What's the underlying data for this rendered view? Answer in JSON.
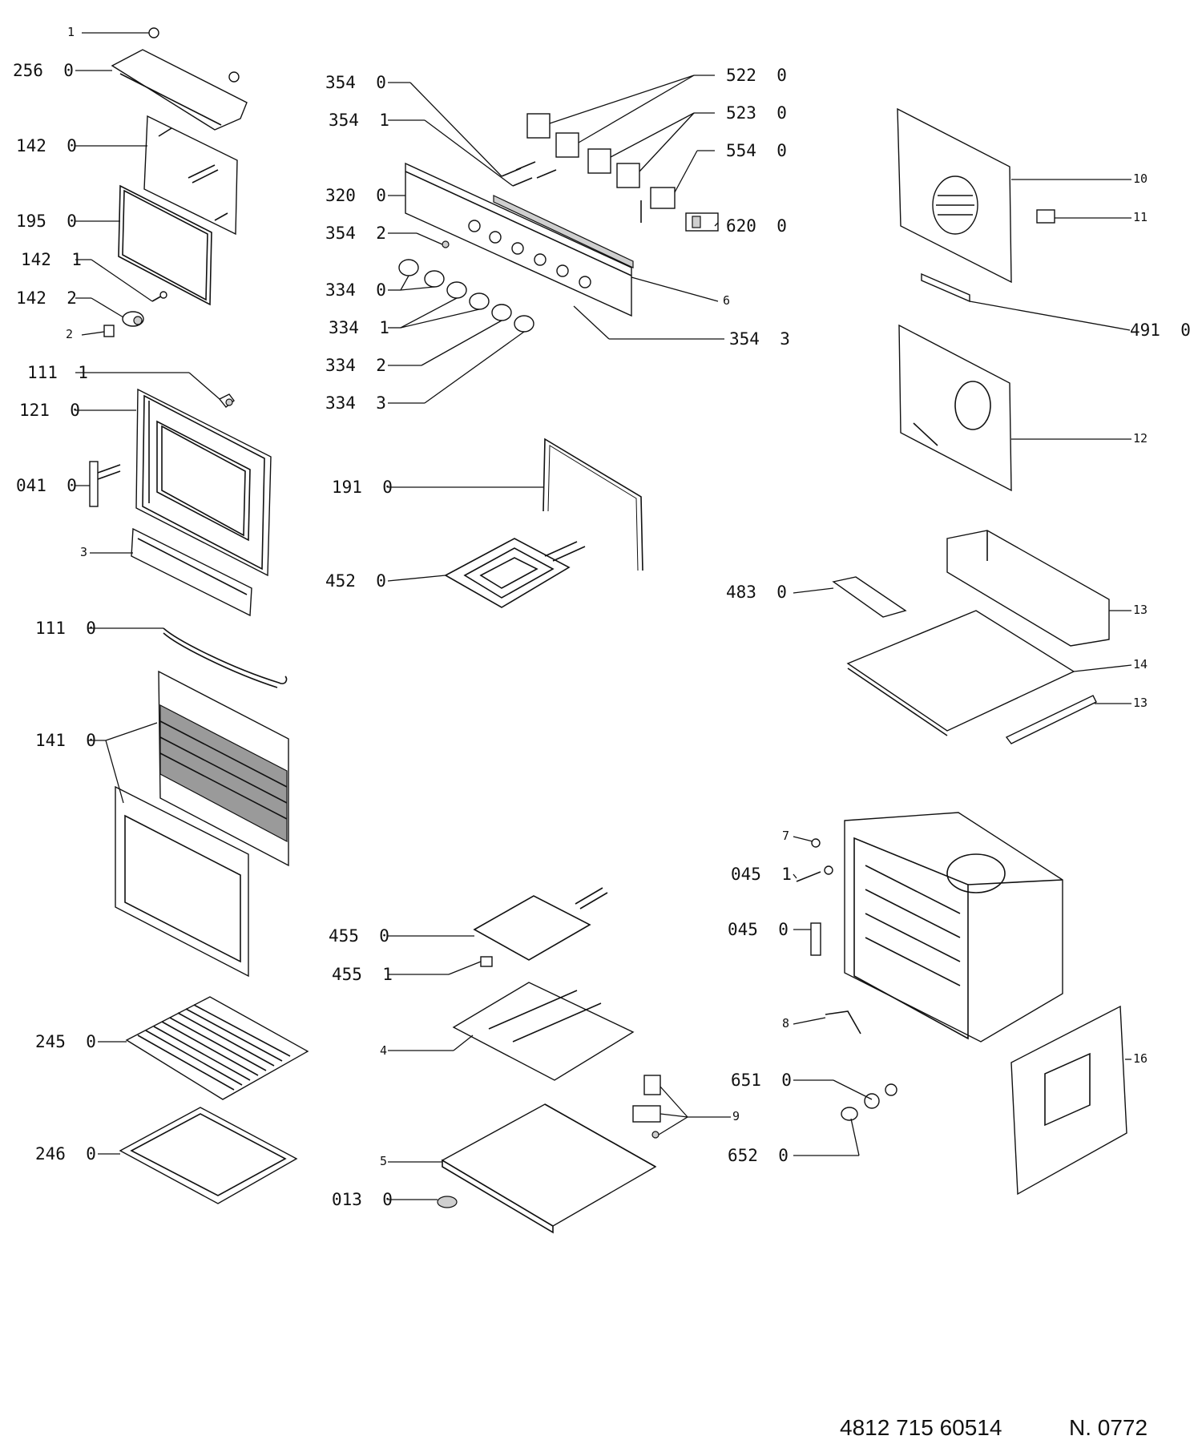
{
  "footer": {
    "code": "4812 715 60514",
    "sheet": "N. 0772"
  },
  "callouts": [
    {
      "id": "c1",
      "text": "1"
    },
    {
      "id": "c256",
      "text": "256  0"
    },
    {
      "id": "c1420",
      "text": "142  0"
    },
    {
      "id": "c195",
      "text": "195  0"
    },
    {
      "id": "c1421",
      "text": "142  1"
    },
    {
      "id": "c1422",
      "text": "142  2"
    },
    {
      "id": "c2",
      "text": "2"
    },
    {
      "id": "c1111",
      "text": "111  1"
    },
    {
      "id": "c121",
      "text": "121  0"
    },
    {
      "id": "c041",
      "text": "041  0"
    },
    {
      "id": "c3",
      "text": "3"
    },
    {
      "id": "c1110",
      "text": "111  0"
    },
    {
      "id": "c141",
      "text": "141  0"
    },
    {
      "id": "c245",
      "text": "245  0"
    },
    {
      "id": "c246",
      "text": "246  0"
    },
    {
      "id": "c3540",
      "text": "354  0"
    },
    {
      "id": "c3541",
      "text": "354  1"
    },
    {
      "id": "c320",
      "text": "320  0"
    },
    {
      "id": "c3542",
      "text": "354  2"
    },
    {
      "id": "c3340",
      "text": "334  0"
    },
    {
      "id": "c3341",
      "text": "334  1"
    },
    {
      "id": "c3342",
      "text": "334  2"
    },
    {
      "id": "c3343",
      "text": "334  3"
    },
    {
      "id": "c191",
      "text": "191  0"
    },
    {
      "id": "c452",
      "text": "452  0"
    },
    {
      "id": "c4550",
      "text": "455  0"
    },
    {
      "id": "c4551",
      "text": "455  1"
    },
    {
      "id": "c4",
      "text": "4"
    },
    {
      "id": "c5",
      "text": "5"
    },
    {
      "id": "c013",
      "text": "013  0"
    },
    {
      "id": "c522",
      "text": "522  0"
    },
    {
      "id": "c523",
      "text": "523  0"
    },
    {
      "id": "c554",
      "text": "554  0"
    },
    {
      "id": "c620",
      "text": "620  0"
    },
    {
      "id": "c6",
      "text": "6"
    },
    {
      "id": "c3543",
      "text": "354  3"
    },
    {
      "id": "c9",
      "text": "9"
    },
    {
      "id": "c10",
      "text": "10"
    },
    {
      "id": "c11",
      "text": "11"
    },
    {
      "id": "c491",
      "text": "491  0"
    },
    {
      "id": "c12",
      "text": "12"
    },
    {
      "id": "c483",
      "text": "483  0"
    },
    {
      "id": "c13a",
      "text": "13"
    },
    {
      "id": "c14",
      "text": "14"
    },
    {
      "id": "c13b",
      "text": "13"
    },
    {
      "id": "c7",
      "text": "7"
    },
    {
      "id": "c0451",
      "text": "045  1"
    },
    {
      "id": "c0450",
      "text": "045  0"
    },
    {
      "id": "c8",
      "text": "8"
    },
    {
      "id": "c651",
      "text": "651  0"
    },
    {
      "id": "c652",
      "text": "652  0"
    },
    {
      "id": "c16",
      "text": "16"
    }
  ]
}
